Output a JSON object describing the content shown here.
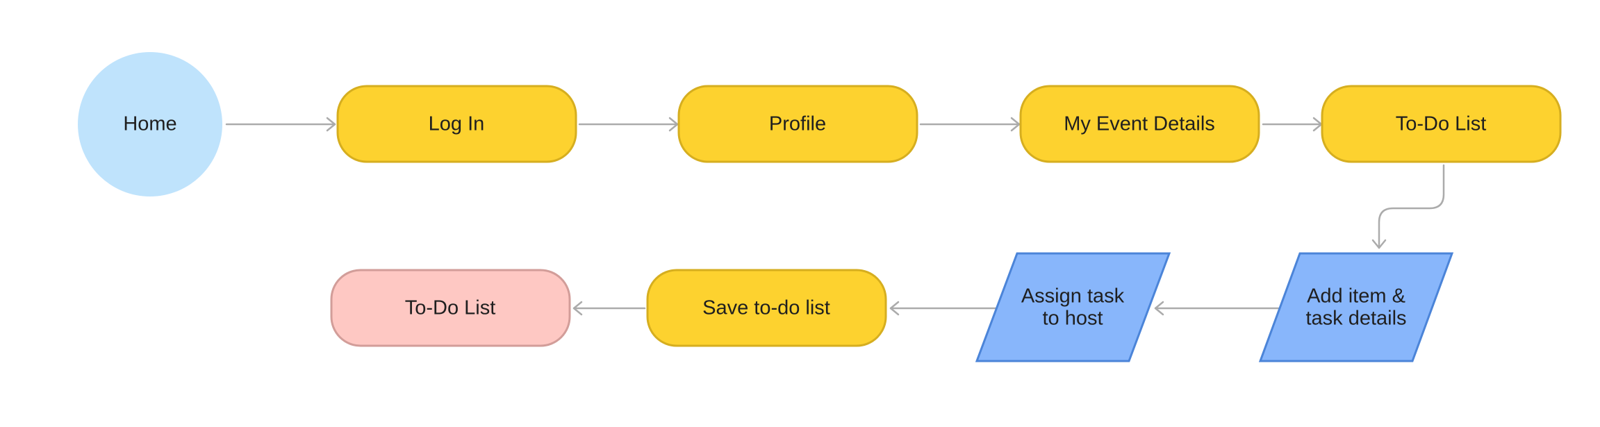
{
  "colors": {
    "start_fill": "#bfe3fc",
    "process_fill": "#fdd22f",
    "process_stroke": "#d6ae1f",
    "io_fill": "#88b6fb",
    "io_stroke": "#4b84d8",
    "end_fill": "#fec8c3",
    "end_stroke": "#d29d99",
    "connector": "#ababab"
  },
  "nodes": {
    "home": {
      "label": "Home",
      "shape": "circle"
    },
    "log_in": {
      "label": "Log In",
      "shape": "rounded-rectangle"
    },
    "profile": {
      "label": "Profile",
      "shape": "rounded-rectangle"
    },
    "my_event_details": {
      "label": "My Event Details",
      "shape": "rounded-rectangle"
    },
    "todo_list_top": {
      "label": "To-Do List",
      "shape": "rounded-rectangle"
    },
    "add_item": {
      "label_lines": [
        "Add item &",
        "task details"
      ],
      "shape": "parallelogram"
    },
    "assign_task": {
      "label_lines": [
        "Assign task",
        "to host"
      ],
      "shape": "parallelogram"
    },
    "save_list": {
      "label": "Save to-do list",
      "shape": "rounded-rectangle"
    },
    "todo_list_end": {
      "label": "To-Do List",
      "shape": "rounded-rectangle"
    }
  },
  "edges": [
    {
      "from": "Home",
      "to": "Log In"
    },
    {
      "from": "Log In",
      "to": "Profile"
    },
    {
      "from": "Profile",
      "to": "My Event Details"
    },
    {
      "from": "My Event Details",
      "to": "To-Do List"
    },
    {
      "from": "To-Do List",
      "to": "Add item & task details"
    },
    {
      "from": "Add item & task details",
      "to": "Assign task to host"
    },
    {
      "from": "Assign task to host",
      "to": "Save to-do list"
    },
    {
      "from": "Save to-do list",
      "to": "To-Do List"
    }
  ]
}
